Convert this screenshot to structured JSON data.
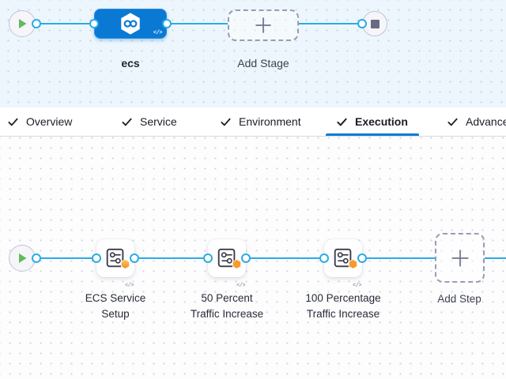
{
  "colors": {
    "accent_blue": "#0278d5",
    "edge_blue": "#2aabe4",
    "play_green": "#63ba5d",
    "stop_gray": "#696b80",
    "canvas_top_bg": "#edf6fc",
    "canvas_bottom_bg": "#fdfdfe",
    "badge_orange": "#f5891f"
  },
  "stage_graph": {
    "stage": {
      "label": "ecs",
      "code_glyph": "</>"
    },
    "add_stage": {
      "label": "Add Stage"
    }
  },
  "tabs": {
    "items": [
      {
        "label": "Overview",
        "checked": true,
        "active": false
      },
      {
        "label": "Service",
        "checked": true,
        "active": false
      },
      {
        "label": "Environment",
        "checked": true,
        "active": false
      },
      {
        "label": "Execution",
        "checked": true,
        "active": true
      },
      {
        "label": "Advanced",
        "checked": true,
        "active": false
      }
    ]
  },
  "execution_graph": {
    "steps": [
      {
        "line1": "ECS Service",
        "line2": "Setup",
        "code_glyph": "</>"
      },
      {
        "line1": "50 Percent",
        "line2": "Traffic Increase",
        "code_glyph": "</>"
      },
      {
        "line1": "100 Percentage",
        "line2": "Traffic Increase",
        "code_glyph": "</>"
      }
    ],
    "add_step": {
      "label": "Add Step"
    }
  }
}
